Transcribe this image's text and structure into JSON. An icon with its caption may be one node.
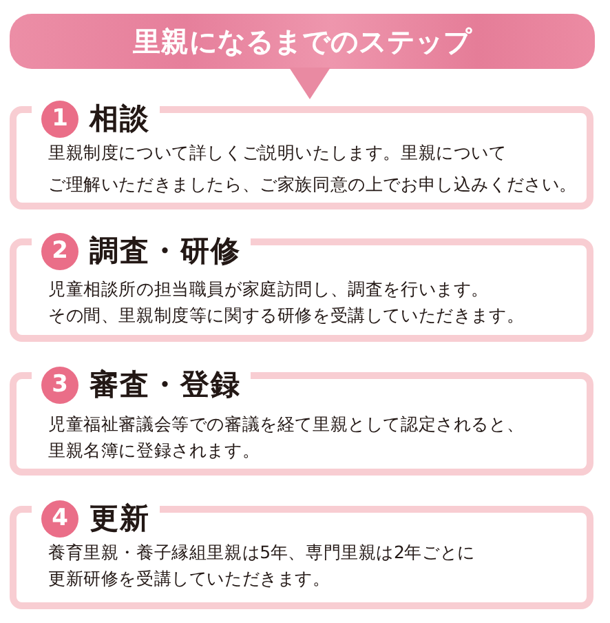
{
  "diagram": {
    "title": "里親になるまでのステップ",
    "nodes": [
      {
        "text": [
          "相談",
          "里親制度について詳しくご説明いたします。里親についてご理解いただきましたら、ご家族同意の上でお申し込みください。"
        ]
      },
      {
        "text": [
          "1"
        ],
        "in": 0
      },
      {
        "text": [
          "調査・研修",
          "児童相談所の担当職員が家庭訪問し、調査を行います。その間、里親制度等に関する研修を受講していただきます。"
        ]
      },
      {
        "text": [
          "2"
        ],
        "in": 2
      },
      {
        "text": [
          "審査・登録",
          "児童福祉審議会等での審議を経て里親として認定されると、里親名簿に登録されます。"
        ]
      },
      {
        "text": [
          "3"
        ],
        "in": 4
      },
      {
        "text": [
          "更新",
          "養育里親・養子縁組里親は5年、専門里親は2年ごとに更新研修を受講していただきます。"
        ]
      },
      {
        "text": [
          "4"
        ],
        "in": 6
      }
    ]
  }
}
